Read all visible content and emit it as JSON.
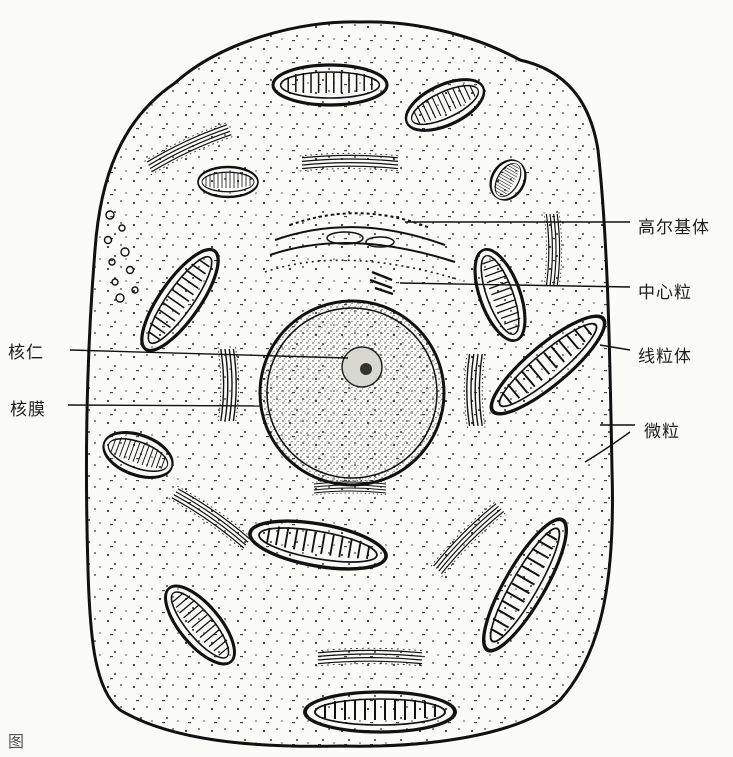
{
  "labels": {
    "golgi": "高尔基体",
    "centriole": "中心粒",
    "mitochondria": "线粒体",
    "microsome": "微粒",
    "nucleolus": "核仁",
    "nuclear_membrane": "核膜"
  },
  "caption": "图"
}
